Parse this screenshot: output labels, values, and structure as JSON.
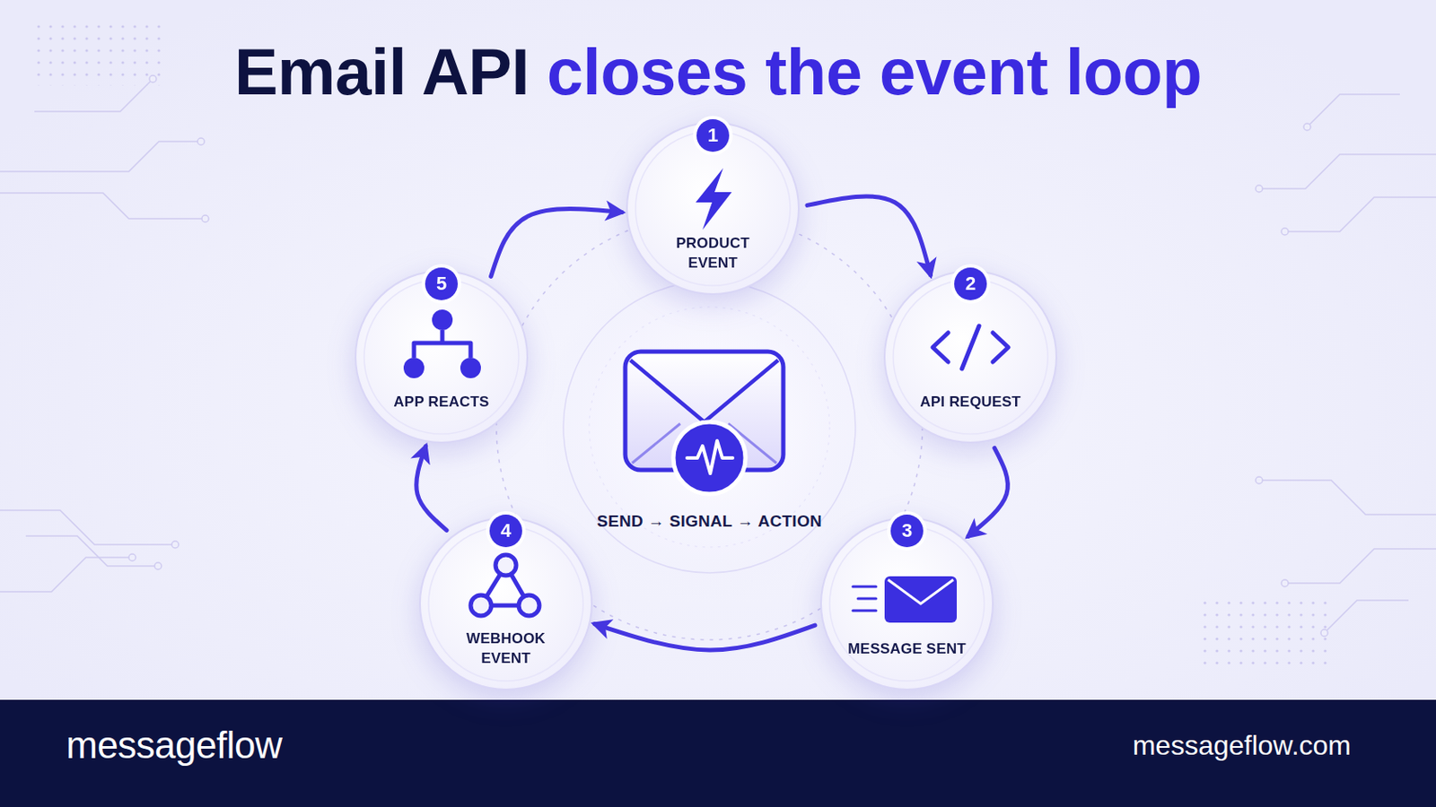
{
  "diagram": {
    "title": "Email API closes the event loop",
    "nodes": [
      {
        "text": [
          "1",
          "PRODUCT EVENT"
        ]
      },
      {
        "text": [
          "2",
          "API REQUEST"
        ]
      },
      {
        "text": [
          "3",
          "MESSAGE SENT"
        ]
      },
      {
        "text": [
          "4",
          "WEBHOOK EVENT"
        ]
      },
      {
        "text": [
          "5",
          "APP REACTS"
        ]
      }
    ],
    "edges": [
      {
        "from": 0,
        "to": 1,
        "arrow": "to"
      },
      {
        "from": 1,
        "to": 2,
        "arrow": "to"
      },
      {
        "from": 2,
        "to": 3,
        "arrow": "to"
      },
      {
        "from": 3,
        "to": 4,
        "arrow": "to"
      },
      {
        "from": 4,
        "to": 0,
        "arrow": "to"
      }
    ],
    "labels": [
      "SEND → SIGNAL → ACTION",
      "messageflow",
      "messageflow.com"
    ]
  }
}
